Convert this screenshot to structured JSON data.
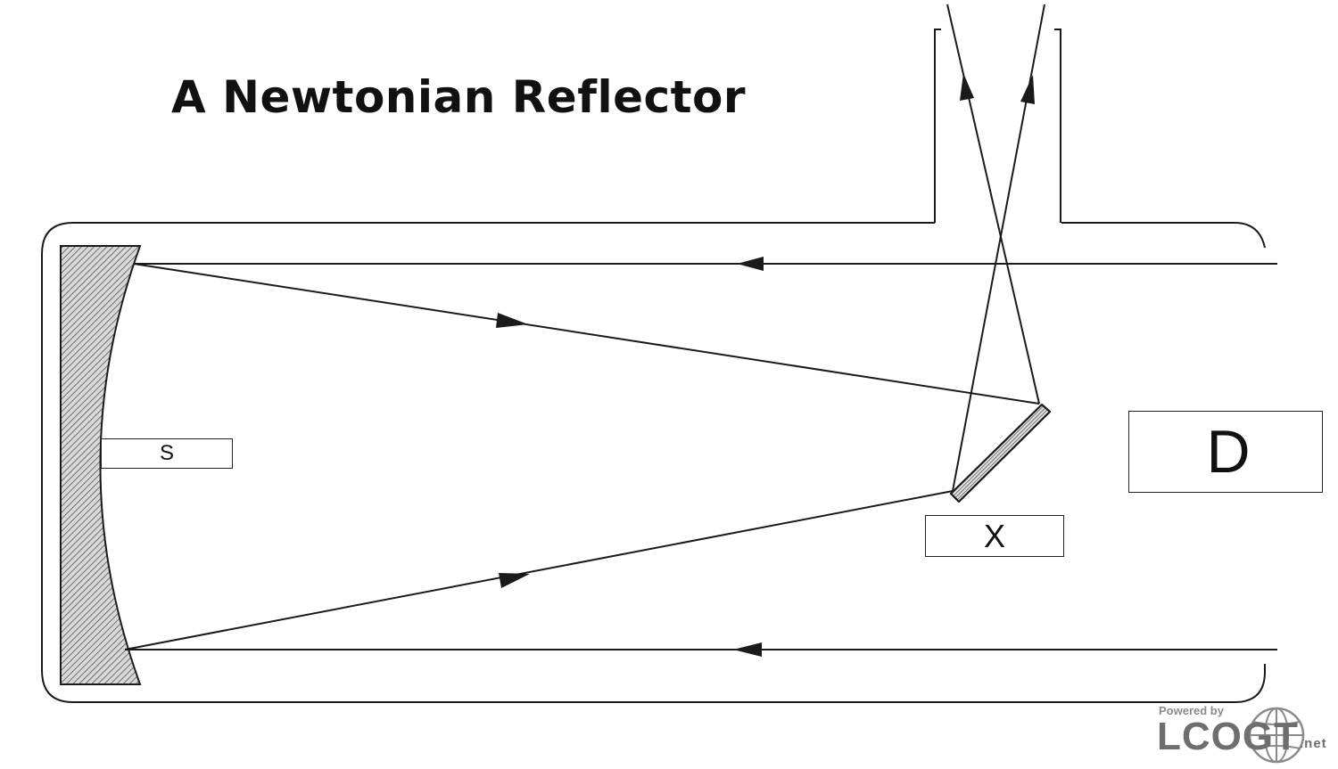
{
  "title": "A Newtonian Reflector",
  "labels": {
    "primary_mirror": "S",
    "secondary_mirror": "X",
    "eyepiece_region": "D"
  },
  "logo": {
    "powered_by": "Powered by",
    "wordmark": "LCOGT",
    "tld": ".net"
  }
}
